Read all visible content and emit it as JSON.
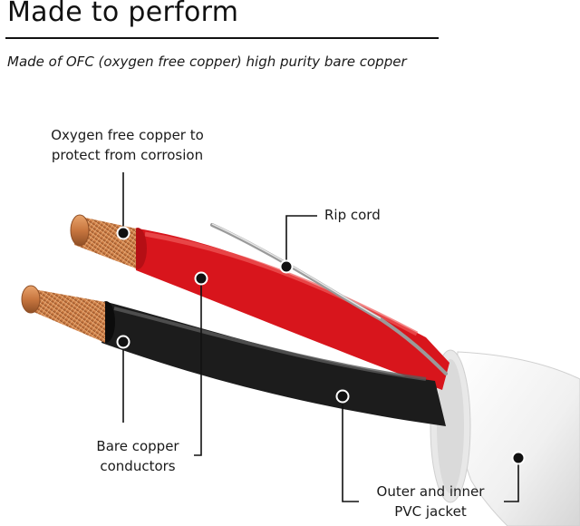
{
  "header": {
    "title": "Made to perform",
    "subtitle": "Made of OFC (oxygen free copper) high purity bare copper"
  },
  "callouts": {
    "ofc": {
      "line1": "Oxygen free copper to",
      "line2": "protect from corrosion"
    },
    "rip_cord": {
      "line1": "Rip cord"
    },
    "bare_copper": {
      "line1": "Bare copper",
      "line2": "conductors"
    },
    "jacket": {
      "line1": "Outer and inner",
      "line2": "PVC jacket"
    }
  },
  "colors": {
    "red_insulation": "#d8151c",
    "black_insulation": "#1c1c1c",
    "copper": "#c8763f",
    "jacket": "#f1f1f1",
    "leader": "#111111"
  }
}
